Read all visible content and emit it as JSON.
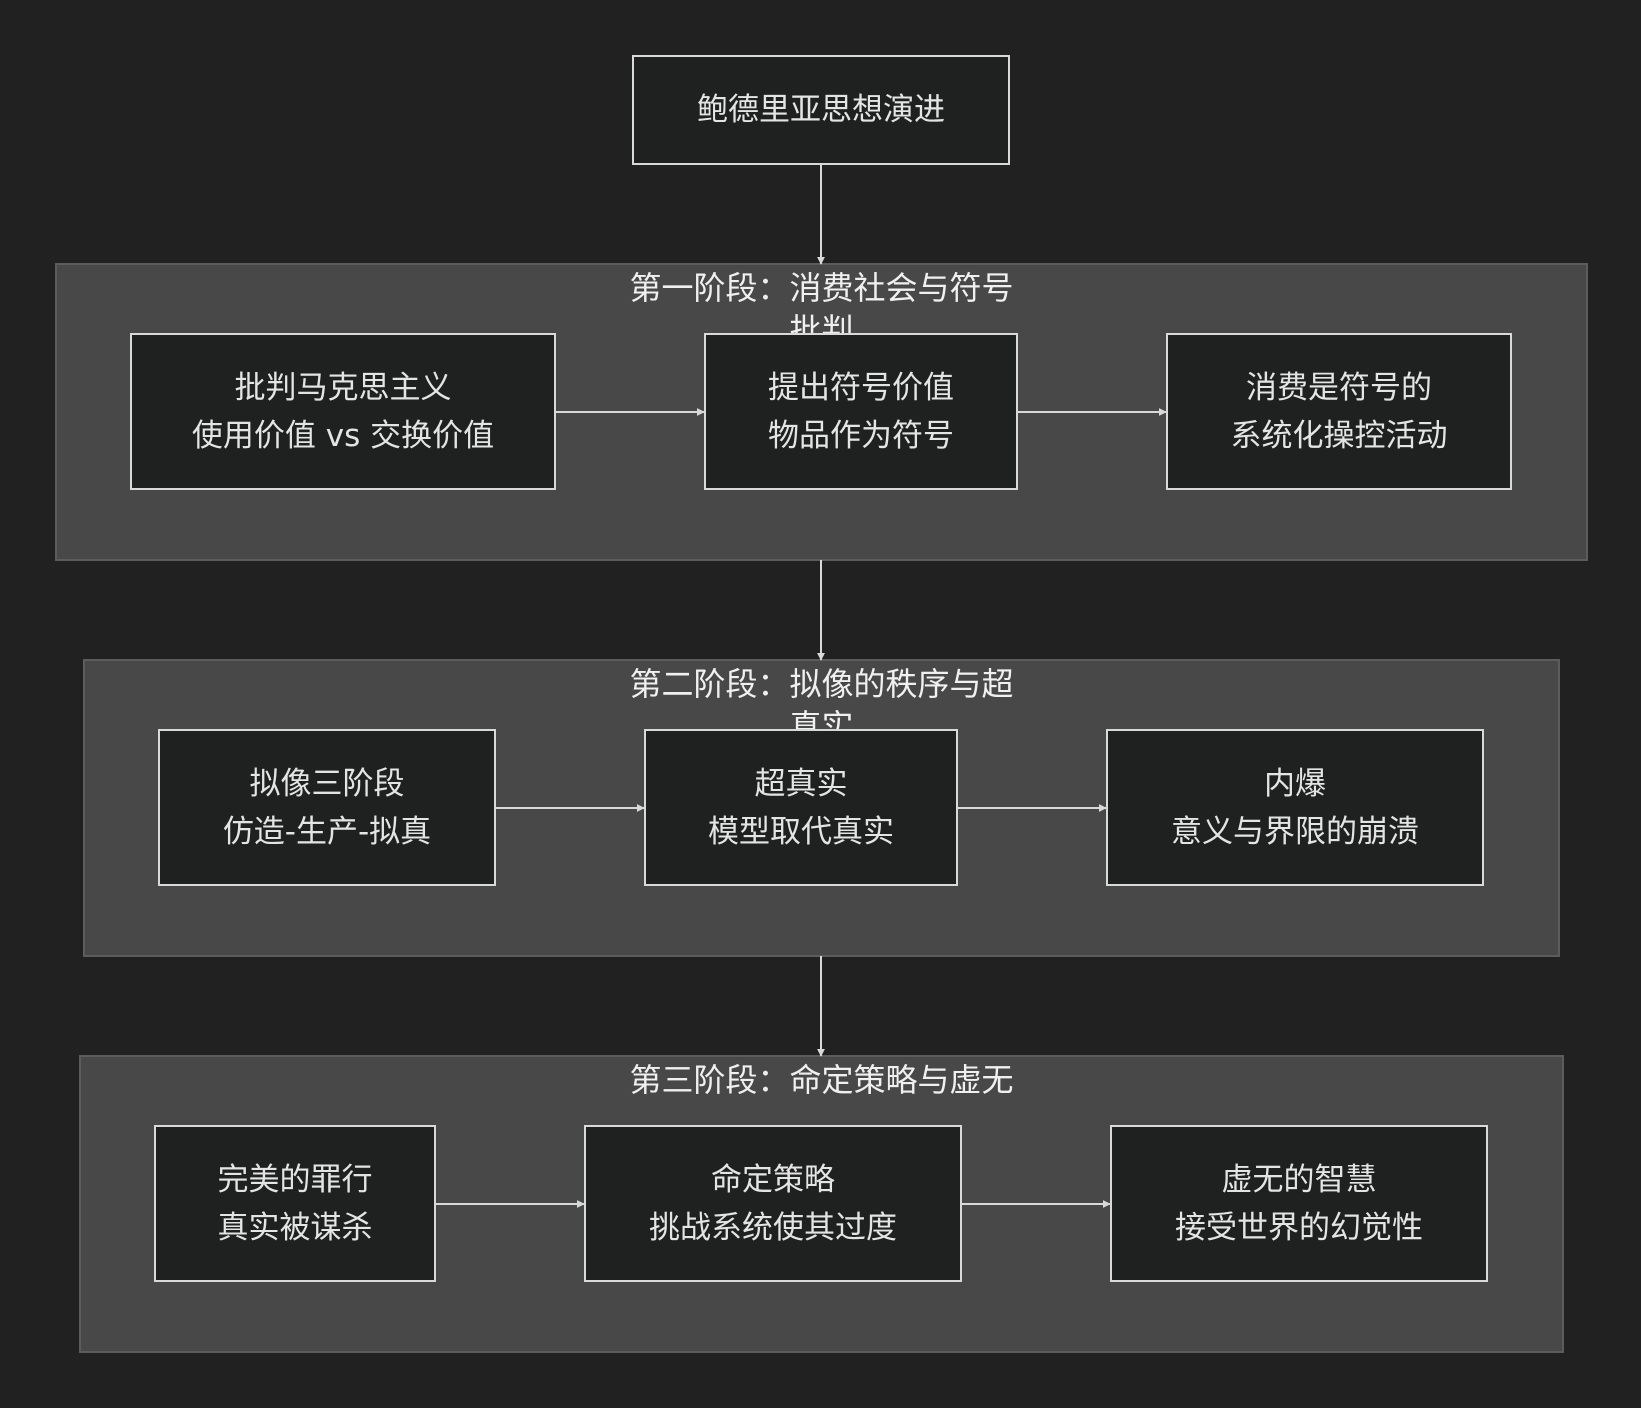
{
  "root": {
    "label": "鲍德里亚思想演进"
  },
  "stages": [
    {
      "title": "第一阶段：消费社会与符号批判",
      "nodes": [
        {
          "lines": [
            "批判马克思主义",
            "使用价值 vs 交换价值"
          ]
        },
        {
          "lines": [
            "提出符号价值",
            "物品作为符号"
          ]
        },
        {
          "lines": [
            "消费是符号的",
            "系统化操控活动"
          ]
        }
      ]
    },
    {
      "title": "第二阶段：拟像的秩序与超真实",
      "nodes": [
        {
          "lines": [
            "拟像三阶段",
            "仿造-生产-拟真"
          ]
        },
        {
          "lines": [
            "超真实",
            "模型取代真实"
          ]
        },
        {
          "lines": [
            "内爆",
            "意义与界限的崩溃"
          ]
        }
      ]
    },
    {
      "title": "第三阶段：命定策略与虚无",
      "nodes": [
        {
          "lines": [
            "完美的罪行",
            "真实被谋杀"
          ]
        },
        {
          "lines": [
            "命定策略",
            "挑战系统使其过度"
          ]
        },
        {
          "lines": [
            "虚无的智慧",
            "接受世界的幻觉性"
          ]
        }
      ]
    }
  ],
  "colors": {
    "background": "#212121",
    "cluster_fill": "#474847",
    "node_fill": "#1f2020",
    "edge": "#d9d9d9"
  }
}
